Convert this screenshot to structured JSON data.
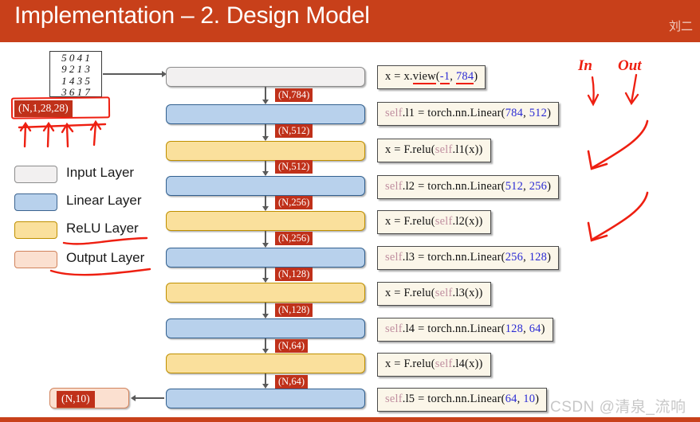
{
  "header": {
    "title": "Implementation – 2. Design Model",
    "author": "刘二",
    "bg_color": "#c8401a"
  },
  "digit_image": {
    "name": "mnist-digit-grid",
    "rows": [
      "5 0 4 1",
      "9 2 1 3",
      "1 4 3 5",
      "3 6 1 7"
    ]
  },
  "shapes": {
    "input": "(N,1,28,28)",
    "output": "(N,10)",
    "flow": [
      "(N,784)",
      "(N,512)",
      "(N,512)",
      "(N,256)",
      "(N,256)",
      "(N,128)",
      "(N,128)",
      "(N,64)",
      "(N,64)"
    ]
  },
  "legend": {
    "items": [
      {
        "label": "Input Layer",
        "color": "#f2f0f0",
        "border": "#8c8c8c",
        "underlined": false
      },
      {
        "label": "Linear Layer",
        "color": "#b8d1ec",
        "border": "#3c6490",
        "underlined": false
      },
      {
        "label": "ReLU Layer",
        "color": "#fae09c",
        "border": "#bf9000",
        "underlined": true
      },
      {
        "label": "Output Layer",
        "color": "#fbe0d0",
        "border": "#d1835c",
        "underlined": true
      }
    ]
  },
  "flow_boxes": [
    {
      "kind": "input",
      "label": ""
    },
    {
      "kind": "linear",
      "label": ""
    },
    {
      "kind": "relu",
      "label": ""
    },
    {
      "kind": "linear",
      "label": ""
    },
    {
      "kind": "relu",
      "label": ""
    },
    {
      "kind": "linear",
      "label": ""
    },
    {
      "kind": "relu",
      "label": ""
    },
    {
      "kind": "linear",
      "label": ""
    },
    {
      "kind": "relu",
      "label": ""
    },
    {
      "kind": "linear",
      "label": ""
    }
  ],
  "code_lines": [
    {
      "id": "view",
      "text": "x = x.view(-1, 784)"
    },
    {
      "id": "l1def",
      "text": "self.l1 = torch.nn.Linear(784, 512)"
    },
    {
      "id": "l1relu",
      "text": "x = F.relu(self.l1(x))"
    },
    {
      "id": "l2def",
      "text": "self.l2 = torch.nn.Linear(512, 256)"
    },
    {
      "id": "l2relu",
      "text": "x = F.relu(self.l2(x))"
    },
    {
      "id": "l3def",
      "text": "self.l3 = torch.nn.Linear(256, 128)"
    },
    {
      "id": "l3relu",
      "text": "x = F.relu(self.l3(x))"
    },
    {
      "id": "l4def",
      "text": "self.l4 = torch.nn.Linear(128, 64)"
    },
    {
      "id": "l4relu",
      "text": "x = F.relu(self.l4(x))"
    },
    {
      "id": "l5def",
      "text": "self.l5 = torch.nn.Linear(64, 10)"
    }
  ],
  "annotations": {
    "in_label": "In",
    "out_label": "Out",
    "color": "#ee1f11"
  },
  "watermark": "CSDN @清泉_流响"
}
